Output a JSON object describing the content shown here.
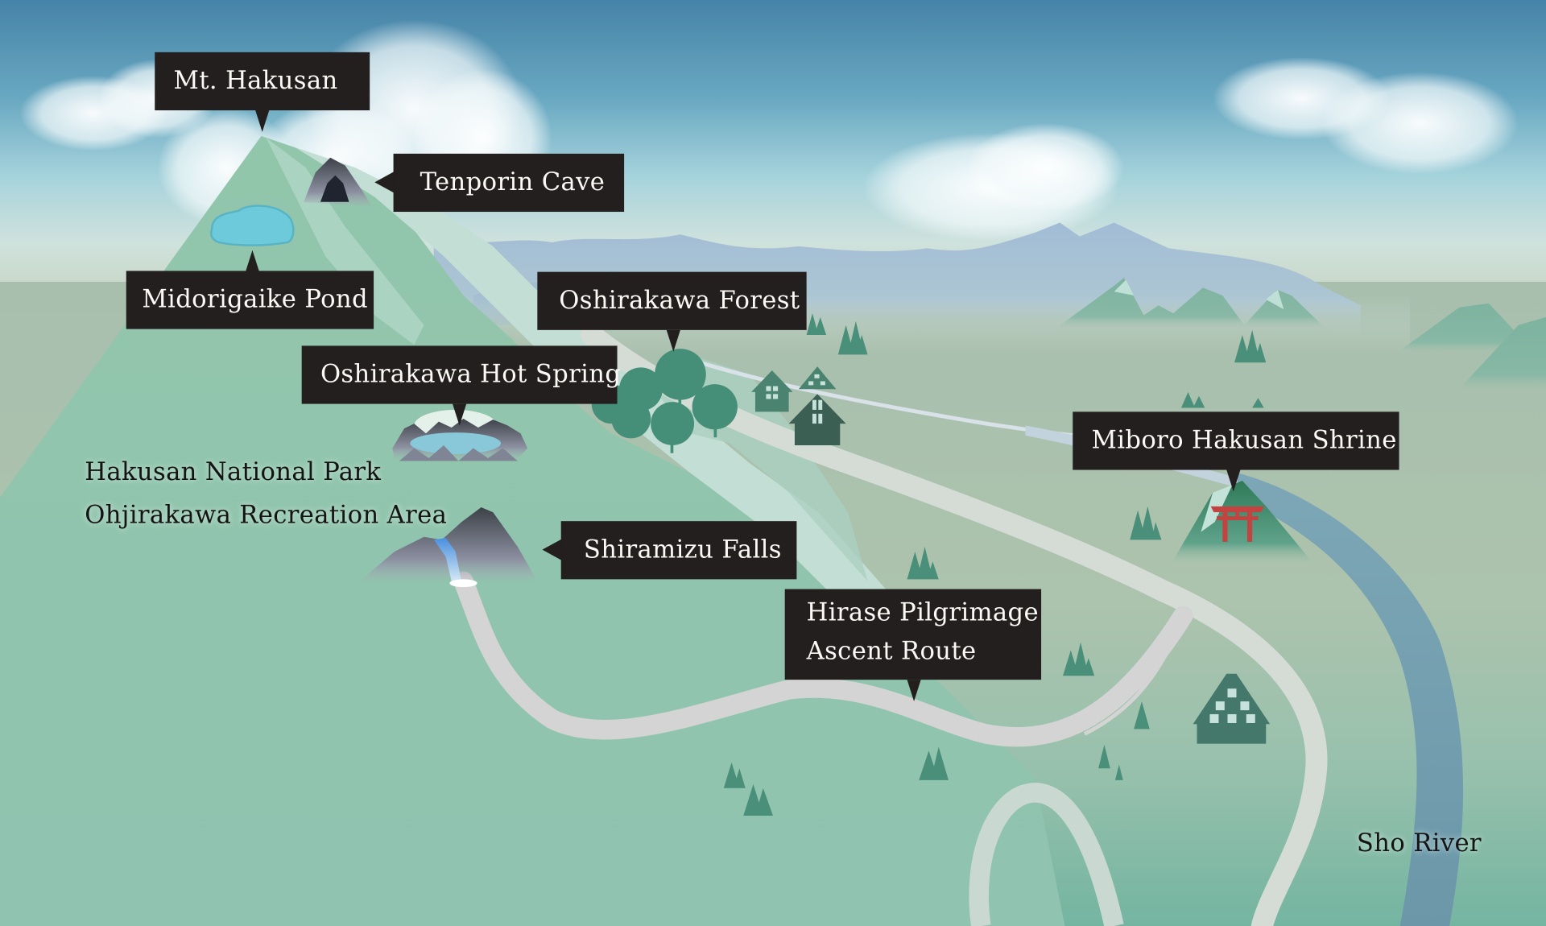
{
  "map": {
    "title": "Hakusan National Park illustrated map",
    "colors": {
      "sky_top": "#4a88ab",
      "sky_mid": "#8fc3d0",
      "haze": "#d3e1d8",
      "ground_far": "#aabfa9",
      "ground_near": "#76b5a2",
      "mountain_green": "#93c6ad",
      "mountain_light": "#c2ded4",
      "far_range": "#a6bfd6",
      "pond": "#6bcadb",
      "river": "#6e9aad",
      "road": "#d6ded9",
      "tree": "#448c78",
      "house": "#3d6b5b",
      "torii": "#c2433f",
      "callout_bg": "#231f1e",
      "callout_text": "#fbfaf6"
    },
    "callouts": [
      {
        "id": "mt-hakusan",
        "label": "Mt. Hakusan",
        "pointer": "down"
      },
      {
        "id": "tenporin-cave",
        "label": "Tenporin Cave",
        "pointer": "left"
      },
      {
        "id": "midorigaike-pond",
        "label": "Midorigaike Pond",
        "pointer": "up"
      },
      {
        "id": "oshirakawa-forest",
        "label": "Oshirakawa Forest",
        "pointer": "down"
      },
      {
        "id": "oshirakawa-hot-spring",
        "label": "Oshirakawa Hot Spring",
        "pointer": "down"
      },
      {
        "id": "shiramizu-falls",
        "label": "Shiramizu Falls",
        "pointer": "left"
      },
      {
        "id": "miboro-hakusan-shrine",
        "label": "Miboro Hakusan Shrine",
        "pointer": "down"
      },
      {
        "id": "hirase-route",
        "label_line1": "Hirase Pilgrimage",
        "label_line2": "Ascent Route",
        "pointer": "down"
      }
    ],
    "area_labels": {
      "park": "Hakusan National Park",
      "recreation_area": "Ohjirakawa Recreation Area",
      "river": "Sho River"
    }
  }
}
